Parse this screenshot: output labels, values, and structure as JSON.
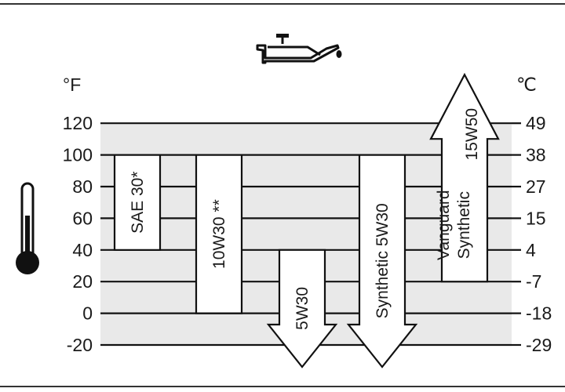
{
  "chart_data": {
    "type": "bar",
    "orientation": "vertical-range",
    "left_axis": {
      "unit": "°F",
      "ticks": [
        "120",
        "100",
        "80",
        "60",
        "40",
        "20",
        "0",
        "-20"
      ],
      "range": [
        -20,
        120
      ]
    },
    "right_axis": {
      "unit": "℃",
      "ticks": [
        "49",
        "38",
        "27",
        "15",
        "4",
        "-7",
        "-18",
        "-29"
      ]
    },
    "grid": true,
    "icons": [
      "oil-can-icon",
      "thermometer-icon"
    ],
    "bars": [
      {
        "lines": [
          "SAE 30*"
        ],
        "min_f": 40,
        "max_f": 100,
        "arrow": "none"
      },
      {
        "lines": [
          "10W30 **"
        ],
        "min_f": 0,
        "max_f": 100,
        "arrow": "none"
      },
      {
        "lines": [
          "5W30"
        ],
        "min_f": -20,
        "max_f": 40,
        "arrow": "down"
      },
      {
        "lines": [
          "Synthetic 5W30"
        ],
        "min_f": -20,
        "max_f": 100,
        "arrow": "down"
      },
      {
        "lines": [
          "Vanguard",
          "Synthetic",
          "15W50"
        ],
        "min_f": 20,
        "max_f": 120,
        "arrow": "up"
      }
    ]
  }
}
